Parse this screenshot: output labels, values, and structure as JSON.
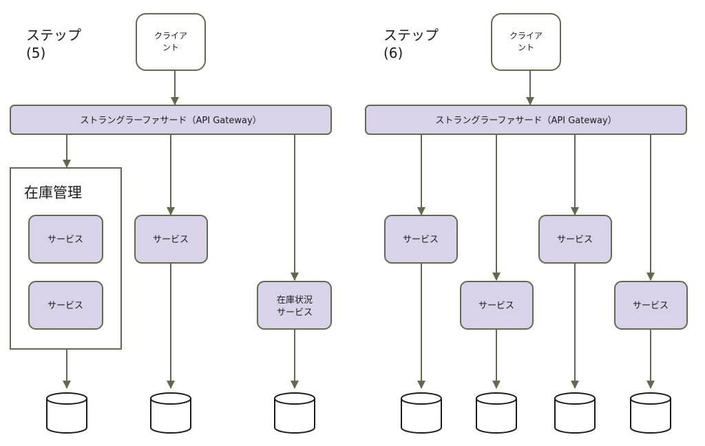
{
  "colors": {
    "stroke": "#5f6b4e",
    "fill": "#d9d2e9",
    "arrow": "#5f6b4e"
  },
  "left": {
    "step_line1": "ステップ",
    "step_line2": "(5)",
    "client_line1": "クライア",
    "client_line2": "ント",
    "gateway": "ストラングラーファサード（API Gateway）",
    "group_title": "在庫管理",
    "group_service1": "サービス",
    "group_service2": "サービス",
    "service_mid": "サービス",
    "inventory_status_line1": "在庫状況",
    "inventory_status_line2": "サービス"
  },
  "right": {
    "step_line1": "ステップ",
    "step_line2": "(6)",
    "client_line1": "クライア",
    "client_line2": "ント",
    "gateway": "ストラングラーファサード（API Gateway）",
    "service1": "サービス",
    "service2": "サービス",
    "service3": "サービス",
    "service4": "サービス"
  }
}
